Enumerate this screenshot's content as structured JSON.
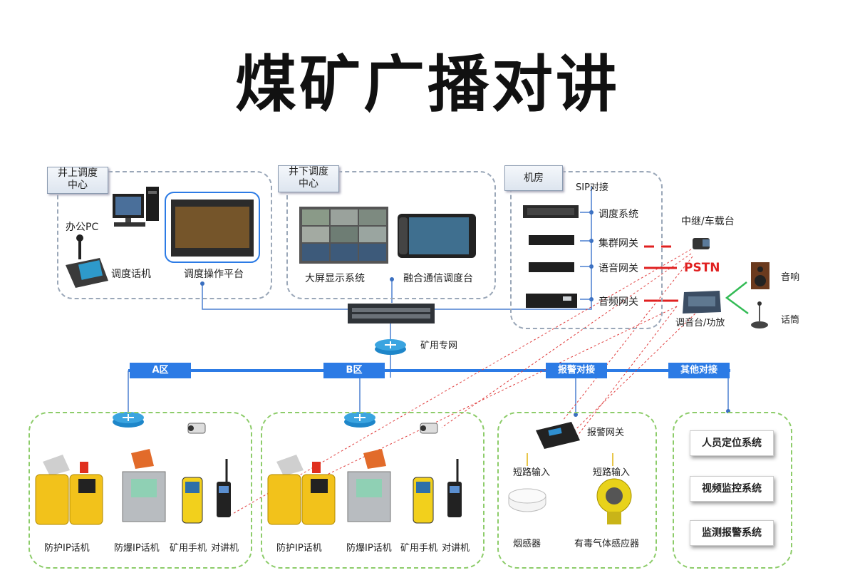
{
  "title": "煤矿广播对讲",
  "zones": {
    "top_left": "井上调度\n中心",
    "top_mid": "井下调度\n中心",
    "top_right": "机房"
  },
  "labels": {
    "office_pc": "办公PC",
    "dispatch_phone": "调度话机",
    "dispatch_platform": "调度操作平台",
    "big_screen": "大屏显示系统",
    "fusion_console": "融合通信调度台",
    "sip": "SIP对接",
    "dispatch_system": "调度系统",
    "cluster_gw": "集群网关",
    "voice_gw": "语音网关",
    "audio_gw": "音频网关",
    "relay": "中继/车载台",
    "pstn": "PSTN",
    "speaker": "音响",
    "mic": "话筒",
    "mixer": "调音台/功放",
    "mine_net": "矿用专网"
  },
  "bus_tags": [
    "A区",
    "B区",
    "报警对接",
    "其他对接"
  ],
  "area_a": [
    "防护IP话机",
    "防爆IP话机",
    "矿用手机",
    "对讲机"
  ],
  "area_b": [
    "防护IP话机",
    "防爆IP话机",
    "矿用手机",
    "对讲机"
  ],
  "alarm": {
    "gateway": "报警网关",
    "short_in_1": "短路输入",
    "short_in_2": "短路输入",
    "smoke": "烟感器",
    "gas": "有毒气体感应器"
  },
  "other_systems": [
    "人员定位系统",
    "视频监控系统",
    "监测报警系统"
  ]
}
